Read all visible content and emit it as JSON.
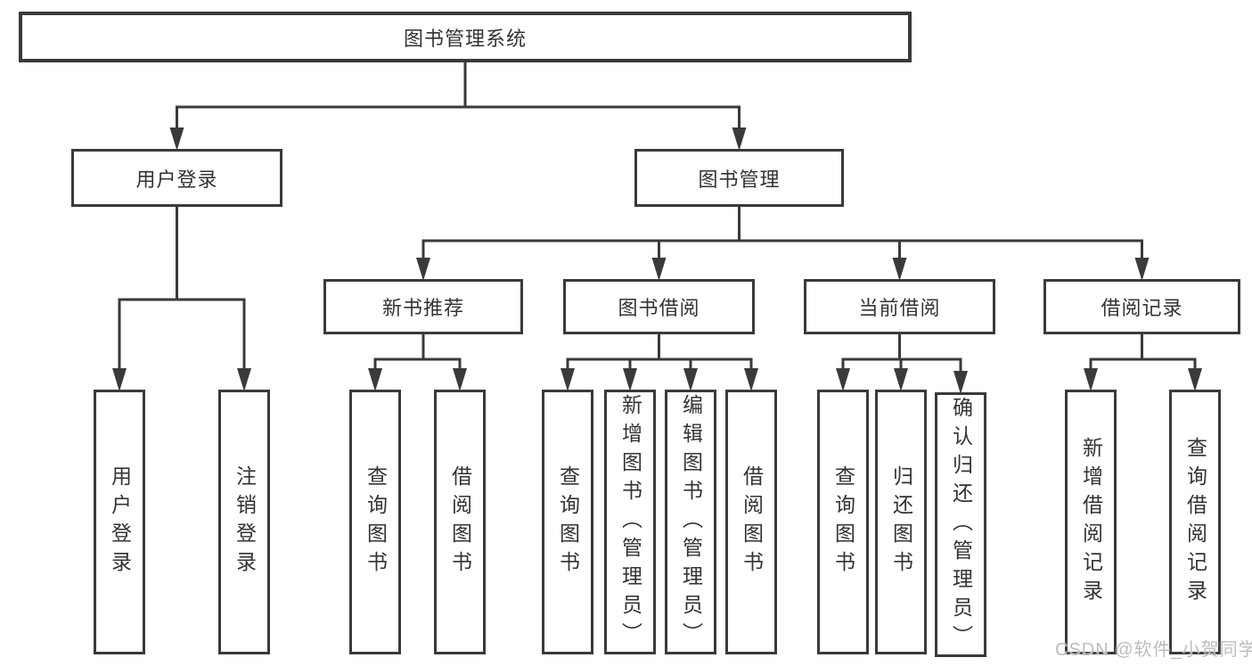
{
  "diagram": {
    "nodes": [
      {
        "id": "library-system",
        "label": "图书管理系统",
        "parent": null,
        "orientation": "horizontal"
      },
      {
        "id": "user-login",
        "label": "用户登录",
        "parent": "library-system",
        "orientation": "horizontal"
      },
      {
        "id": "book-management",
        "label": "图书管理",
        "parent": "library-system",
        "orientation": "horizontal"
      },
      {
        "id": "user-login-op",
        "label": "用户登录",
        "parent": "user-login",
        "orientation": "vertical"
      },
      {
        "id": "logout-op",
        "label": "注销登录",
        "parent": "user-login",
        "orientation": "vertical"
      },
      {
        "id": "new-book-recommend",
        "label": "新书推荐",
        "parent": "book-management",
        "orientation": "horizontal"
      },
      {
        "id": "book-borrow",
        "label": "图书借阅",
        "parent": "book-management",
        "orientation": "horizontal"
      },
      {
        "id": "current-borrow",
        "label": "当前借阅",
        "parent": "book-management",
        "orientation": "horizontal"
      },
      {
        "id": "borrow-record",
        "label": "借阅记录",
        "parent": "book-management",
        "orientation": "horizontal"
      },
      {
        "id": "query-book-recommend",
        "label": "查询图书",
        "parent": "new-book-recommend",
        "orientation": "vertical"
      },
      {
        "id": "borrow-book-recommend",
        "label": "借阅图书",
        "parent": "new-book-recommend",
        "orientation": "vertical"
      },
      {
        "id": "query-book-borrow",
        "label": "查询图书",
        "parent": "book-borrow",
        "orientation": "vertical"
      },
      {
        "id": "add-book-admin",
        "label": "新增图书（管理员）",
        "parent": "book-borrow",
        "orientation": "vertical"
      },
      {
        "id": "edit-book-admin",
        "label": "编辑图书（管理员）",
        "parent": "book-borrow",
        "orientation": "vertical"
      },
      {
        "id": "borrow-book-op",
        "label": "借阅图书",
        "parent": "book-borrow",
        "orientation": "vertical"
      },
      {
        "id": "query-book-current",
        "label": "查询图书",
        "parent": "current-borrow",
        "orientation": "vertical"
      },
      {
        "id": "return-book",
        "label": "归还图书",
        "parent": "current-borrow",
        "orientation": "vertical"
      },
      {
        "id": "confirm-return-admin",
        "label": "确认归还（管理员）",
        "parent": "current-borrow",
        "orientation": "vertical"
      },
      {
        "id": "add-borrow-record",
        "label": "新增借阅记录",
        "parent": "borrow-record",
        "orientation": "vertical"
      },
      {
        "id": "query-borrow-record",
        "label": "查询借阅记录",
        "parent": "borrow-record",
        "orientation": "vertical"
      }
    ]
  },
  "watermark": {
    "text": "CSDN @软件_小贺同学"
  },
  "colors": {
    "line": "#3a3a3a",
    "box_border": "#3a3a3a",
    "text": "#333333",
    "watermark": "#bcbcbc",
    "background": "#ffffff"
  }
}
